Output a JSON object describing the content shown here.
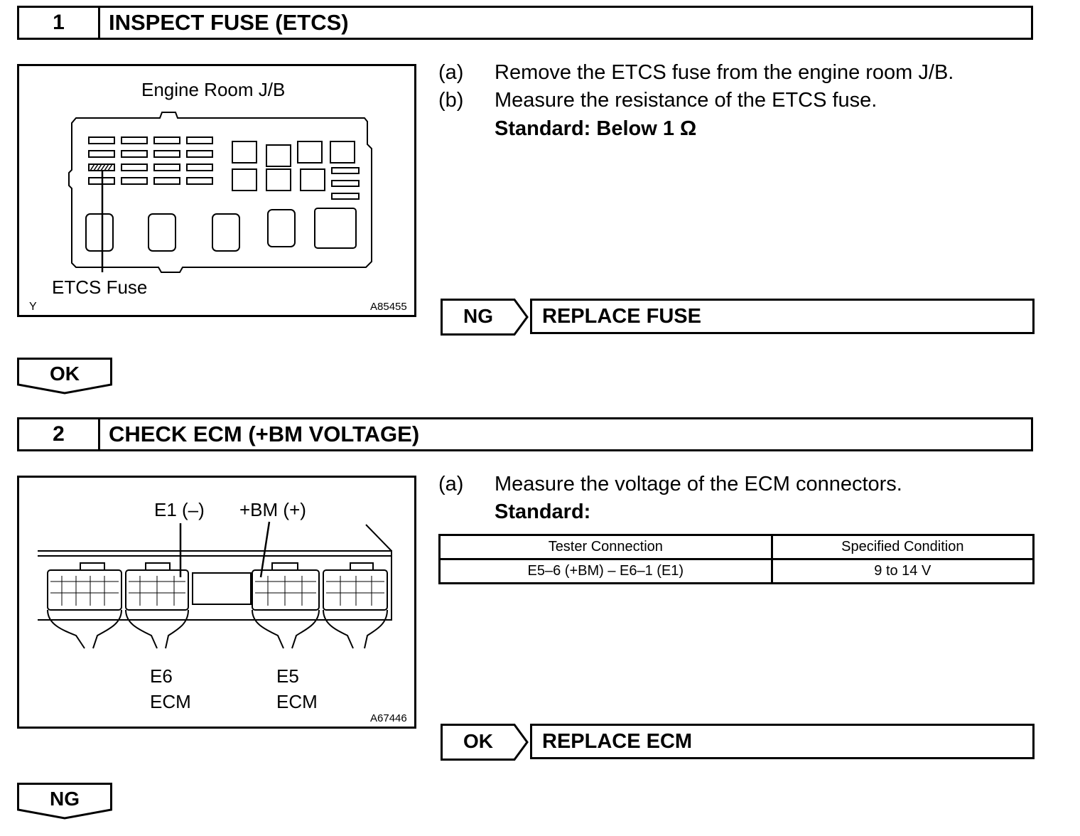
{
  "step1": {
    "number": "1",
    "title": "INSPECT FUSE (ETCS)",
    "figure": {
      "title": "Engine Room J/B",
      "callout": "ETCS Fuse",
      "corner_mark": "Y",
      "figure_id": "A85455"
    },
    "instructions": [
      {
        "marker": "(a)",
        "text": "Remove the ETCS fuse from the engine room J/B."
      },
      {
        "marker": "(b)",
        "text": "Measure the resistance of the ETCS fuse."
      }
    ],
    "standard": "Standard: Below 1 Ω",
    "result": {
      "arrow": "NG",
      "action": "REPLACE FUSE"
    },
    "flow": "OK"
  },
  "step2": {
    "number": "2",
    "title": "CHECK ECM (+BM VOLTAGE)",
    "figure": {
      "label_e1": "E1 (–)",
      "label_bm": "+BM (+)",
      "label_e6": "E6",
      "label_e6_sub": "ECM",
      "label_e5": "E5",
      "label_e5_sub": "ECM",
      "figure_id": "A67446"
    },
    "instructions": [
      {
        "marker": "(a)",
        "text": "Measure the voltage of the ECM connectors."
      }
    ],
    "standard": "Standard:",
    "table": {
      "headers": [
        "Tester Connection",
        "Specified Condition"
      ],
      "rows": [
        [
          "E5–6 (+BM) – E6–1 (E1)",
          "9 to 14 V"
        ]
      ]
    },
    "result": {
      "arrow": "OK",
      "action": "REPLACE ECM"
    },
    "flow": "NG"
  }
}
